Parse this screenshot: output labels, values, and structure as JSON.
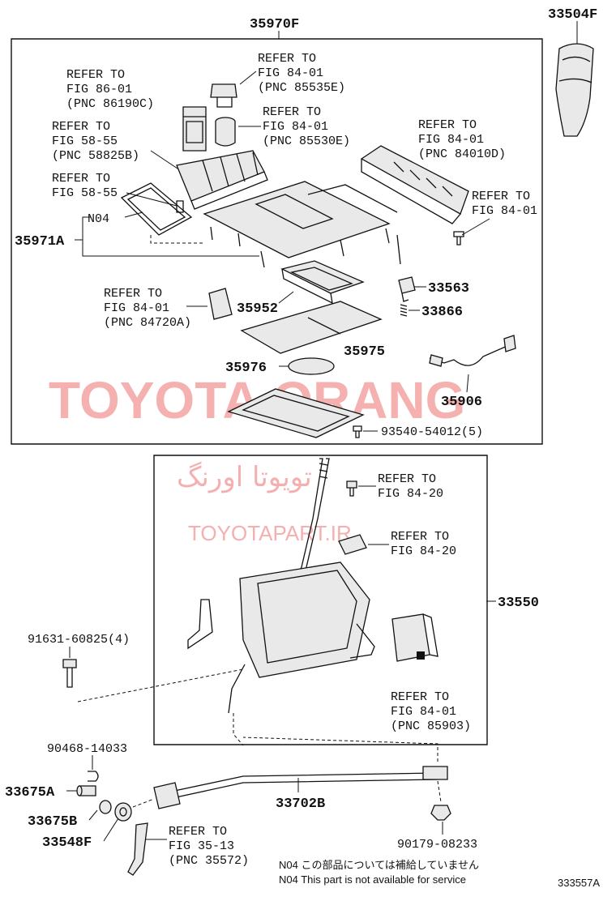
{
  "watermark": {
    "brand": "TOYOTA ORANG",
    "site": "TOYOTAPART.IR",
    "persian": "تویوتا اورنگ"
  },
  "labels": {
    "p35970F": "35970F",
    "p33504F": "33504F",
    "p35971A": "35971A",
    "pN04": "N04",
    "p33563": "33563",
    "p35952": "35952",
    "p33866": "33866",
    "p35975": "35975",
    "p35976": "35976",
    "p35906": "35906",
    "p93540": "93540-54012(5)",
    "p33550": "33550",
    "p91631": "91631-60825(4)",
    "p90468": "90468-14033",
    "p33675A": "33675A",
    "p33675B": "33675B",
    "p33548F": "33548F",
    "p33702B": "33702B",
    "p90179": "90179-08233",
    "diagram_id": "333557A"
  },
  "refs": {
    "r86_01_refer": "REFER TO",
    "r86_01_fig": "FIG 86-01",
    "r86_01_pnc": "(PNC 86190C)",
    "r84_01a_refer": "REFER TO",
    "r84_01a_fig": "FIG 84-01",
    "r84_01a_pnc": "(PNC 85535E)",
    "r84_01b_refer": "REFER TO",
    "r84_01b_fig": "FIG 84-01",
    "r84_01b_pnc": "(PNC 85530E)",
    "r58_55a_refer": "REFER TO",
    "r58_55a_fig": "FIG 58-55",
    "r58_55a_pnc": "(PNC 58825B)",
    "r58_55b_refer": "REFER TO",
    "r58_55b_fig": "FIG 58-55",
    "r84_01c_refer": "REFER TO",
    "r84_01c_fig": "FIG 84-01",
    "r84_01c_pnc": "(PNC 84010D)",
    "r84_01d_refer": "REFER TO",
    "r84_01d_fig": "FIG 84-01",
    "r84_01e_refer": "REFER TO",
    "r84_01e_fig": "FIG 84-01",
    "r84_01e_pnc": "(PNC 84720A)",
    "r84_20a_refer": "REFER TO",
    "r84_20a_fig": "FIG 84-20",
    "r84_20b_refer": "REFER TO",
    "r84_20b_fig": "FIG 84-20",
    "r84_01f_refer": "REFER TO",
    "r84_01f_fig": "FIG 84-01",
    "r84_01f_pnc": "(PNC 85903)",
    "r35_13_refer": "REFER TO",
    "r35_13_fig": "FIG 35-13",
    "r35_13_pnc": "(PNC 35572)"
  },
  "notes": {
    "jp": "N04  この部品については補給していません",
    "en": "N04  This part is not available for service"
  }
}
